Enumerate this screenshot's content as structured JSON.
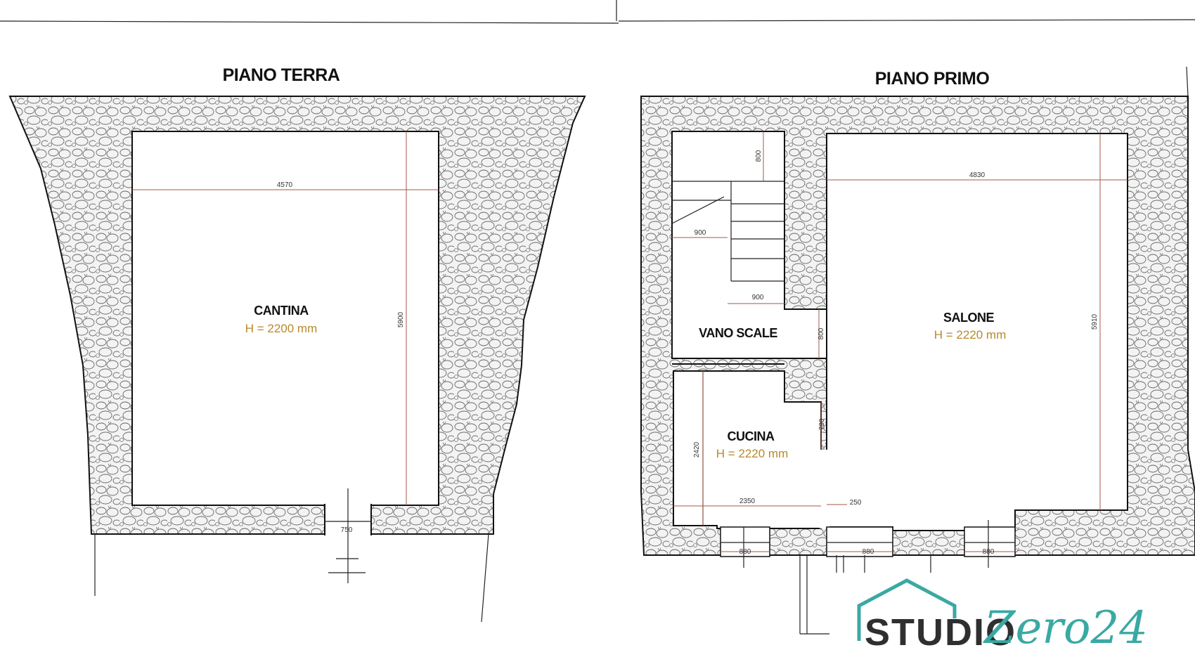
{
  "ground_floor": {
    "title": "PIANO TERRA",
    "room": {
      "name": "CANTINA",
      "height": "H = 2200 mm"
    },
    "dimensions": {
      "width": "4570",
      "depth": "5900",
      "door": "750"
    }
  },
  "first_floor": {
    "title": "PIANO PRIMO",
    "rooms": {
      "stairs": {
        "name": "VANO SCALE"
      },
      "kitchen": {
        "name": "CUCINA",
        "height": "H = 2220 mm"
      },
      "living": {
        "name": "SALONE",
        "height": "H = 2220 mm"
      }
    },
    "dimensions": {
      "stairs_top": "800",
      "stairs_step_a": "900",
      "stairs_step_b": "900",
      "stairs_side": "800",
      "kitchen_height": "2420",
      "kitchen_width": "2350",
      "kitchen_side": "730",
      "living_width": "4830",
      "living_depth": "5910",
      "gap": "250",
      "window_1": "880",
      "window_2": "880",
      "window_3": "880"
    }
  },
  "logo": {
    "word": "STUDIO",
    "script": "Zero24",
    "accent_color": "#3aa9a3"
  },
  "colors": {
    "dimension_line": "#a35a45",
    "height_text": "#b8892c",
    "stone_fill": "#f1f1f1"
  }
}
